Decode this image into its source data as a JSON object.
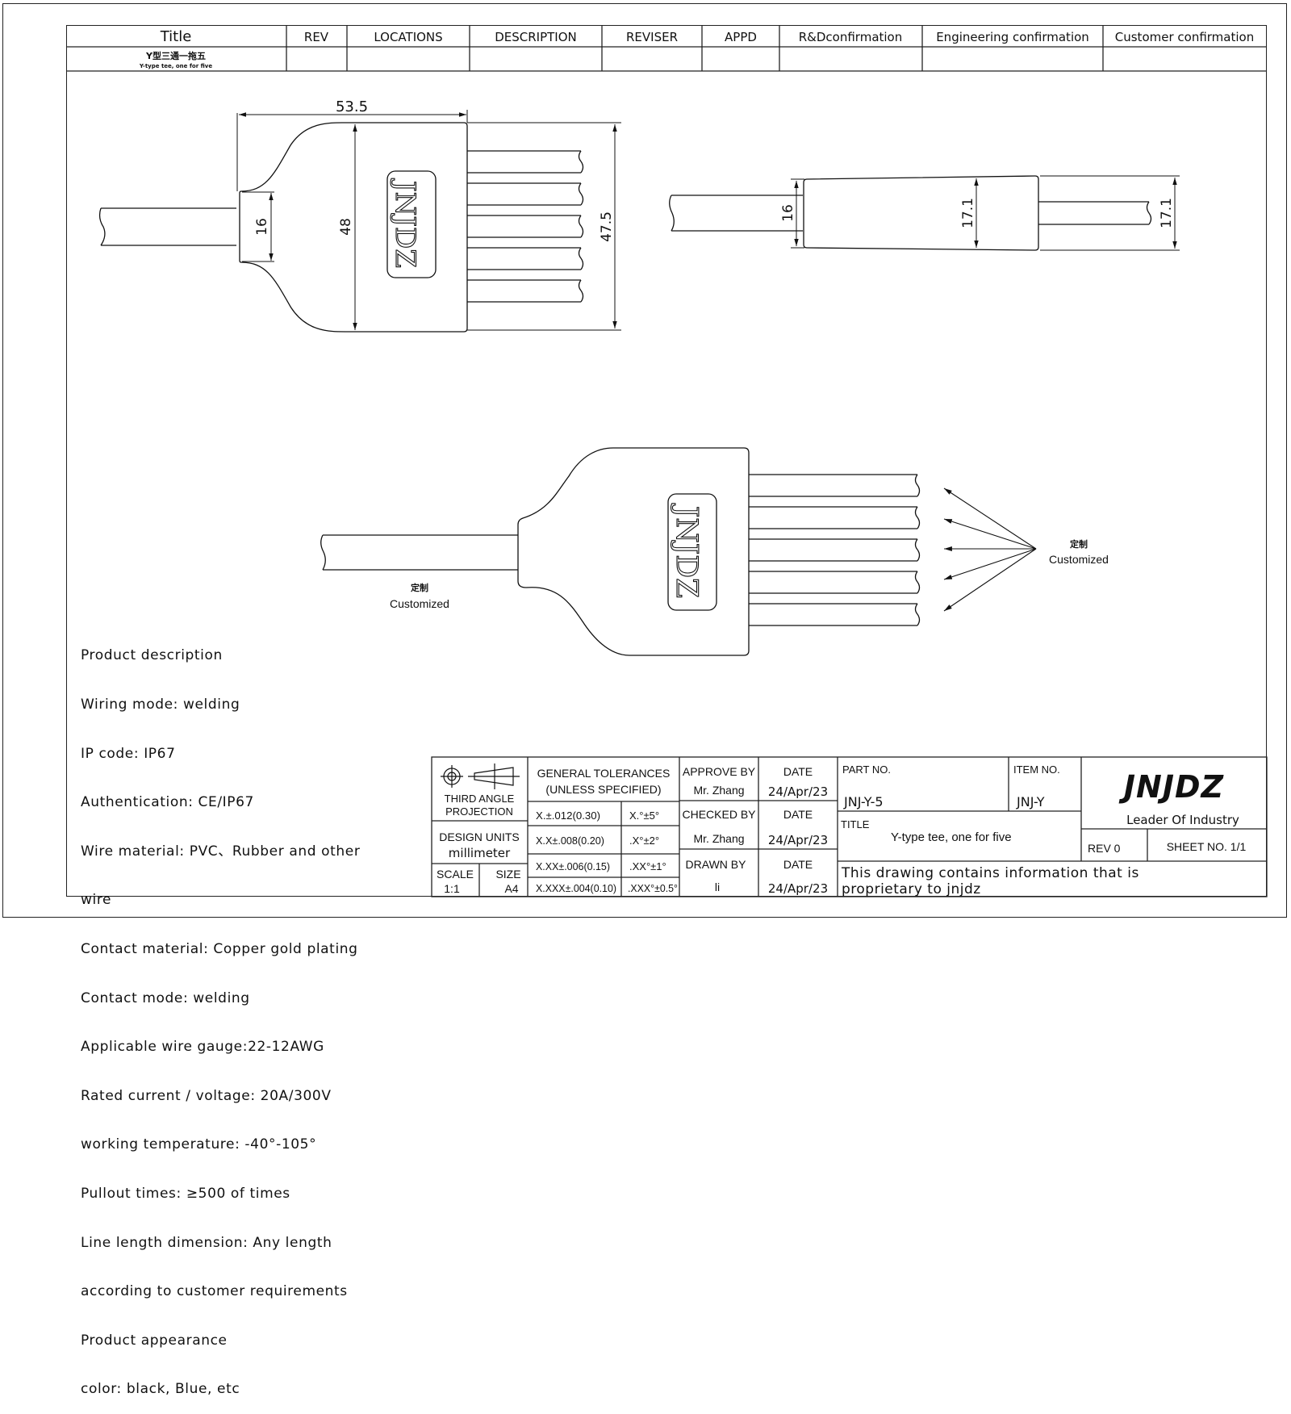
{
  "revision_table": {
    "headers": [
      "Title",
      "REV",
      "LOCATIONS",
      "DESCRIPTION",
      "REVISER",
      "APPD",
      "R&Dconfirmation",
      "Engineering confirmation",
      "Customer confirmation"
    ],
    "title_cn": "Y型三通一拖五",
    "title_en": "Y-type tee, one for five",
    "row_values": [
      "",
      "",
      "",
      "",
      "",
      "",
      "",
      ""
    ]
  },
  "top_view": {
    "dim_overall_length": "53.5",
    "dim_inlet_height": "16",
    "dim_body_height": "48",
    "dim_outlet_span": "47.5",
    "logo_text": "JNJDZ",
    "outlet_count": 5
  },
  "side_view": {
    "dim_inlet": "16",
    "dim_body": "17.1",
    "dim_outlet": "17.1"
  },
  "iso_view": {
    "logo_text": "JNJDZ",
    "label_left_cn": "定制",
    "label_left_en": "Customized",
    "label_right_cn": "定制",
    "label_right_en": "Customized",
    "arrow_count": 5
  },
  "product_description": {
    "lines": [
      "Product description",
      "Wiring mode: welding",
      "IP code: IP67",
      "Authentication: CE/IP67",
      "Wire material: PVC、Rubber and other",
      "wire",
      "Contact material: Copper gold plating",
      "Contact mode: welding",
      "Applicable wire gauge:22-12AWG",
      "Rated current / voltage: 20A/300V",
      "working temperature: -40°-105°",
      "Pullout times: ≥500 of times",
      "Line length dimension: Any length",
      "according to customer requirements",
      "Product appearance",
      "color: black, Blue, etc"
    ]
  },
  "title_block": {
    "projection_label_1": "THIRD ANGLE",
    "projection_label_2": "PROJECTION",
    "design_units_label": "DESIGN UNITS",
    "design_units_value": "millimeter",
    "scale_label": "SCALE",
    "scale_value": "1:1",
    "size_label": "SIZE",
    "size_value": "A4",
    "tolerances_title_1": "GENERAL TOLERANCES",
    "tolerances_title_2": "(UNLESS SPECIFIED)",
    "tolerances": [
      {
        "linear": "X.±.012(0.30)",
        "angular": "X.°±5°"
      },
      {
        "linear": "X.X±.008(0.20)",
        "angular": ".X°±2°"
      },
      {
        "linear": "X.XX±.006(0.15)",
        "angular": ".XX°±1°"
      },
      {
        "linear": "X.XXX±.004(0.10)",
        "angular": ".XXX°±0.5°"
      }
    ],
    "approve_by_label": "APPROVE BY",
    "approve_by_value": "Mr. Zhang",
    "checked_by_label": "CHECKED BY",
    "checked_by_value": "Mr. Zhang",
    "drawn_by_label": "DRAWN BY",
    "drawn_by_value": "li",
    "date_label": "DATE",
    "approve_date": "24/Apr/23",
    "checked_date": "24/Apr/23",
    "drawn_date": "24/Apr/23",
    "part_no_label": "PART NO.",
    "part_no_value": "JNJ-Y-5",
    "item_no_label": "ITEM NO.",
    "item_no_value": "JNJ-Y",
    "title_label": "TITLE",
    "title_value": "Y-type tee, one for five",
    "company_logo": "JNJDZ",
    "company_tagline": "Leader Of Industry",
    "rev_value": "REV 0",
    "sheet_value": "SHEET NO. 1/1",
    "proprietary_line_1": "This drawing contains information that is",
    "proprietary_line_2": "proprietary to jnjdz"
  }
}
